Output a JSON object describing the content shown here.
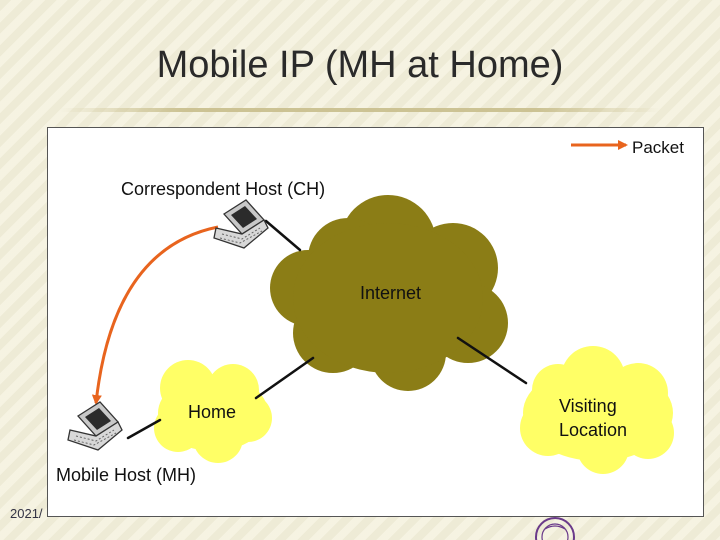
{
  "slide": {
    "title": "Mobile IP (MH at Home)",
    "footer_date": "2021/"
  },
  "diagram": {
    "legend_label": "Packet",
    "correspondent_host_label": "Correspondent Host (CH)",
    "internet_label": "Internet",
    "home_label": "Home",
    "visiting_label_line1": "Visiting",
    "visiting_label_line2": "Location",
    "mobile_host_label": "Mobile Host (MH)",
    "colors": {
      "internet_cloud": "#8b7d16",
      "home_cloud": "#ffff66",
      "visiting_cloud": "#ffff66",
      "packet_arrow": "#e8641e",
      "links": "#111111"
    }
  }
}
